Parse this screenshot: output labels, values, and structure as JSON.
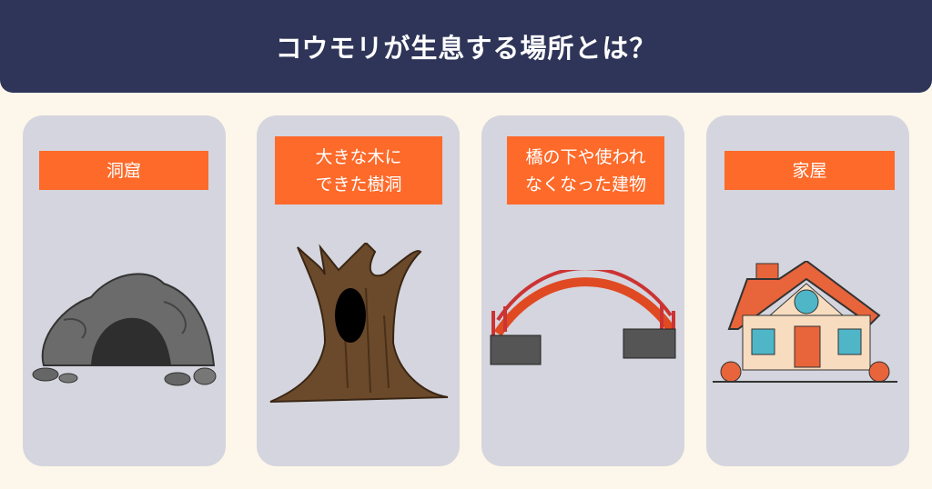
{
  "header": {
    "title": "コウモリが生息する場所とは？"
  },
  "cards": [
    {
      "label_lines": [
        "洞窟"
      ],
      "icon": "cave-icon"
    },
    {
      "label_lines": [
        "大きな木に",
        "できた樹洞"
      ],
      "icon": "tree-hollow-icon"
    },
    {
      "label_lines": [
        "橋の下や使われ",
        "なくなった建物"
      ],
      "icon": "bridge-icon"
    },
    {
      "label_lines": [
        "家屋"
      ],
      "icon": "house-icon"
    }
  ],
  "colors": {
    "header": "#2e3558",
    "background": "#fdf6ea",
    "card": "#d4d5de",
    "label": "#fd6a2a"
  }
}
